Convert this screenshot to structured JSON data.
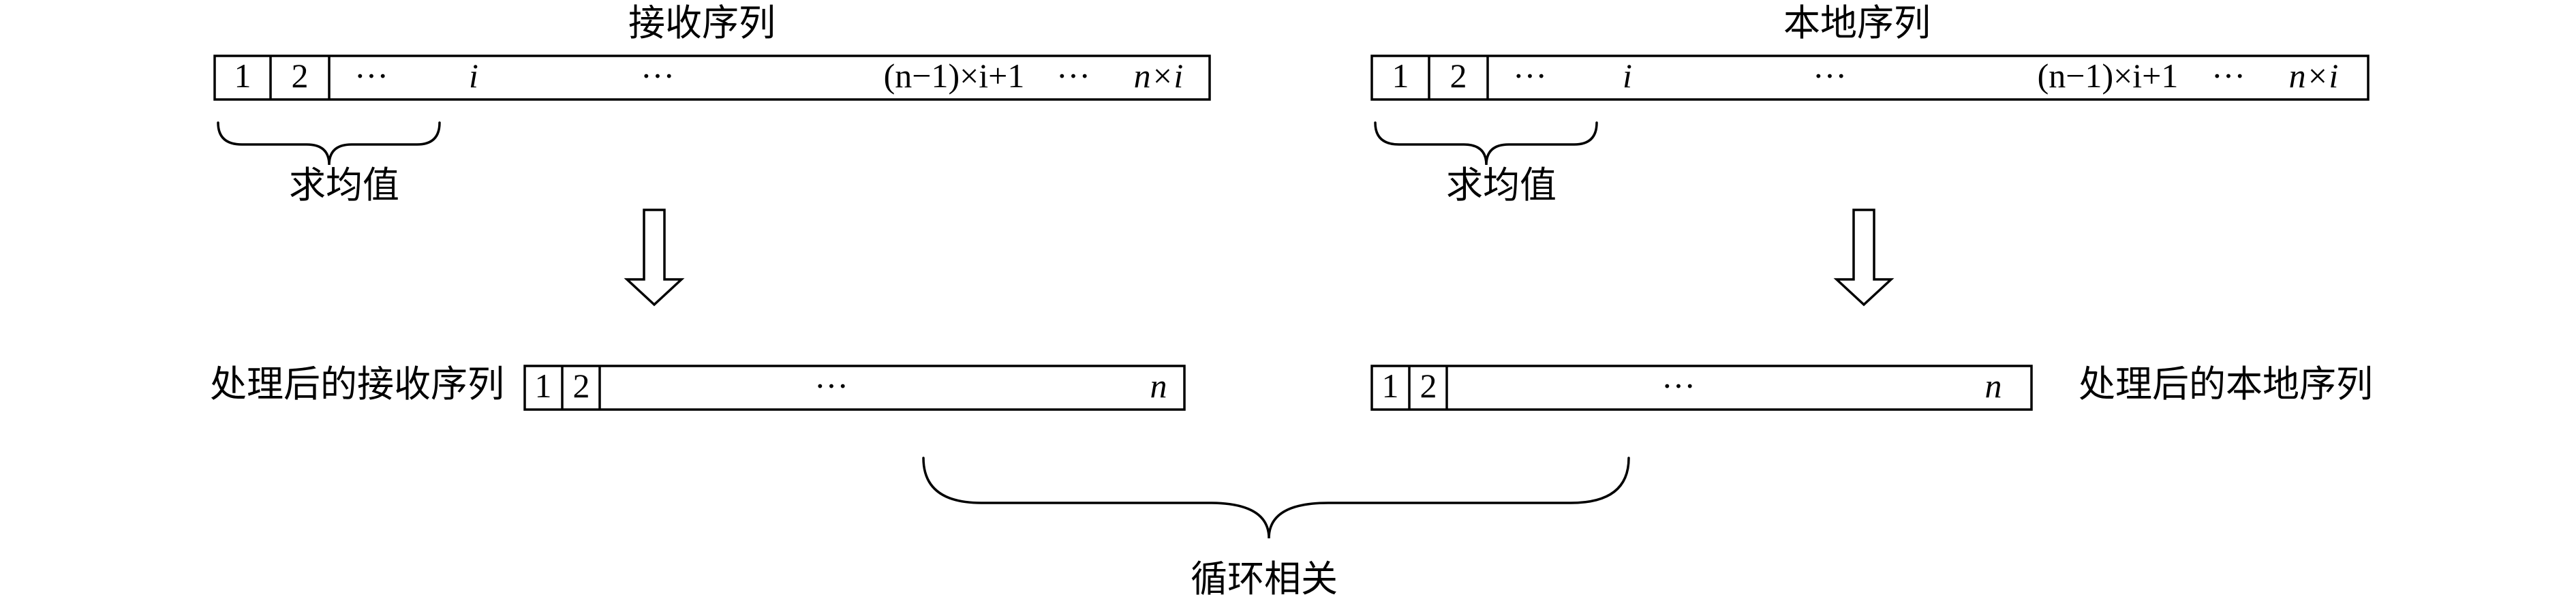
{
  "received": {
    "title": "接收序列",
    "cells": {
      "c1": "1",
      "c2": "2",
      "dots_a": "···",
      "i": "i",
      "dots_b": "···",
      "expr": "(n−1)×i+1",
      "dots_c": "···",
      "last": "n×i"
    },
    "brace_label": "求均值",
    "processed_label": "处理后的接收序列",
    "processed_cells": {
      "c1": "1",
      "c2": "2",
      "dots": "···",
      "last": "n"
    }
  },
  "local": {
    "title": "本地序列",
    "cells": {
      "c1": "1",
      "c2": "2",
      "dots_a": "···",
      "i": "i",
      "dots_b": "···",
      "expr": "(n−1)×i+1",
      "dots_c": "···",
      "last": "n×i"
    },
    "brace_label": "求均值",
    "processed_label": "处理后的本地序列",
    "processed_cells": {
      "c1": "1",
      "c2": "2",
      "dots": "···",
      "last": "n"
    }
  },
  "bottom_label": "循环相关"
}
